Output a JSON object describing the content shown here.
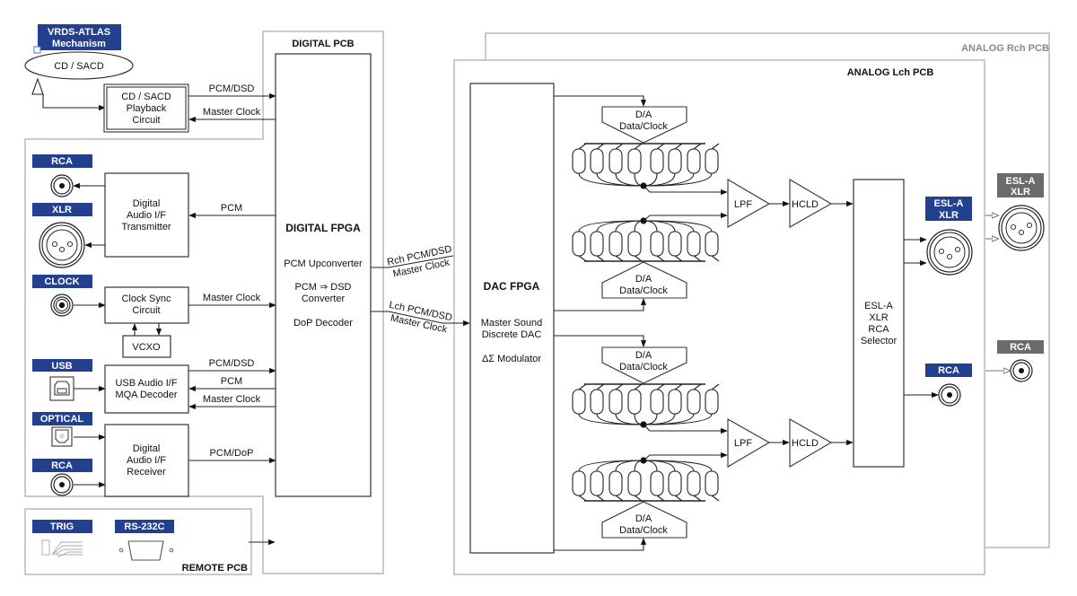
{
  "colors": {
    "label_blue": "#23408f",
    "label_gray": "#6b6b6b",
    "pcb_outline": "#b9b9b9",
    "line": "#222222"
  },
  "pcbs": {
    "digital": "DIGITAL PCB",
    "analog_rch": "ANALOG Rch PCB",
    "analog_lch": "ANALOG Lch PCB",
    "remote": "REMOTE PCB"
  },
  "mechanism": {
    "label_line1": "VRDS-ATLAS",
    "label_line2": "Mechanism",
    "disc": "CD / SACD"
  },
  "blocks": {
    "playback": [
      "CD / SACD",
      "Playback",
      "Circuit"
    ],
    "transmitter": [
      "Digital",
      "Audio I/F",
      "Transmitter"
    ],
    "clock_sync": [
      "Clock Sync",
      "Circuit"
    ],
    "vcxo": "VCXO",
    "usb": [
      "USB Audio I/F",
      "MQA Decoder"
    ],
    "receiver": [
      "Digital",
      "Audio I/F",
      "Receiver"
    ],
    "digital_fpga": {
      "title": "DIGITAL FPGA",
      "lines": [
        "PCM Upconverter",
        "PCM ⇒ DSD",
        "Converter",
        "DoP Decoder"
      ]
    },
    "dac_fpga": {
      "title": "DAC FPGA",
      "lines": [
        "Master Sound",
        "Discrete DAC",
        "ΔΣ Modulator"
      ]
    },
    "da": [
      "D/A",
      "Data/Clock"
    ],
    "lpf": "LPF",
    "hcld": "HCLD",
    "selector": [
      "ESL-A",
      "XLR",
      "RCA",
      "Selector"
    ]
  },
  "signals": {
    "pcm_dsd": "PCM/DSD",
    "master_clock": "Master Clock",
    "pcm": "PCM",
    "pcm_dop": "PCM/DoP",
    "rch_pcm_dsd": "Rch PCM/DSD",
    "lch_pcm_dsd": "Lch PCM/DSD"
  },
  "inputs_outputs": {
    "rca_out": "RCA",
    "xlr_out": "XLR",
    "clock_in": "CLOCK",
    "usb_in": "USB",
    "optical_in": "OPTICAL",
    "rca_in": "RCA",
    "trig": "TRIG",
    "rs232c": "RS-232C",
    "lch_xlr": [
      "ESL-A",
      "XLR"
    ],
    "lch_rca": "RCA",
    "rch_xlr": [
      "ESL-A",
      "XLR"
    ],
    "rch_rca": "RCA"
  }
}
